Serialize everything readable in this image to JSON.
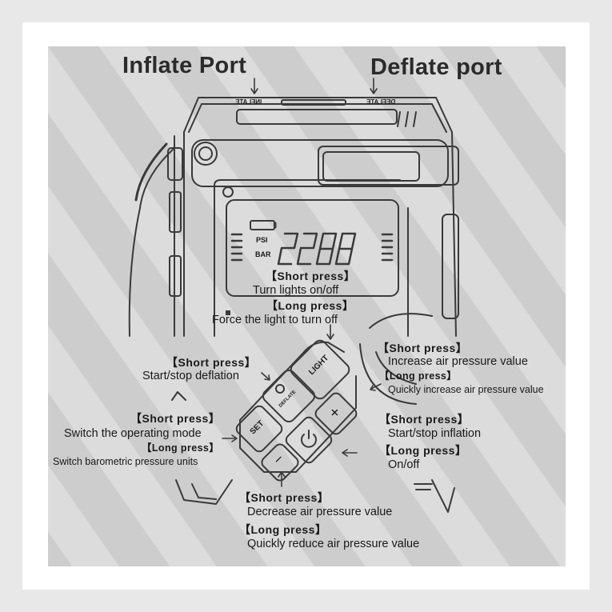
{
  "ports": {
    "inflate_title": "Inflate Port",
    "deflate_title": "Deflate port",
    "inflate_marking": "INFLATE",
    "deflate_marking": "DEFLATE"
  },
  "display": {
    "unit_psi": "PSI",
    "unit_bar": "BAR"
  },
  "buttons": {
    "light": "LIGHT",
    "deflate": "DEFLATE",
    "set": "SET",
    "plus": "+",
    "minus": "−"
  },
  "callouts": {
    "light": {
      "short_head": "【Short press】",
      "short_text": "Turn lights on/off",
      "long_head": "【Long press】",
      "long_text": "Force the light to turn off"
    },
    "deflate": {
      "short_head": "【Short press】",
      "short_text": "Start/stop deflation"
    },
    "plus": {
      "short_head": "【Short press】",
      "short_text": "Increase air pressure value",
      "long_head": "【Long press】",
      "long_text": "Quickly increase air pressure value"
    },
    "set": {
      "short_head": "【Short press】",
      "short_text": "Switch the operating mode",
      "long_head": "【Long press】",
      "long_text": "Switch barometric pressure units"
    },
    "power": {
      "short_head": "【Short press】",
      "short_text": "Start/stop inflation",
      "long_head": "【Long press】",
      "long_text": "On/off"
    },
    "minus": {
      "short_head": "【Short press】",
      "short_text": "Decrease air pressure value",
      "long_head": "【Long press】",
      "long_text": "Quickly reduce air pressure value"
    }
  },
  "colors": {
    "background": "#e8e8e8",
    "panel_light": "#dedede",
    "panel_dark": "#cfcfcf",
    "line": "#3a3a3a",
    "text": "#1a1a1a"
  }
}
